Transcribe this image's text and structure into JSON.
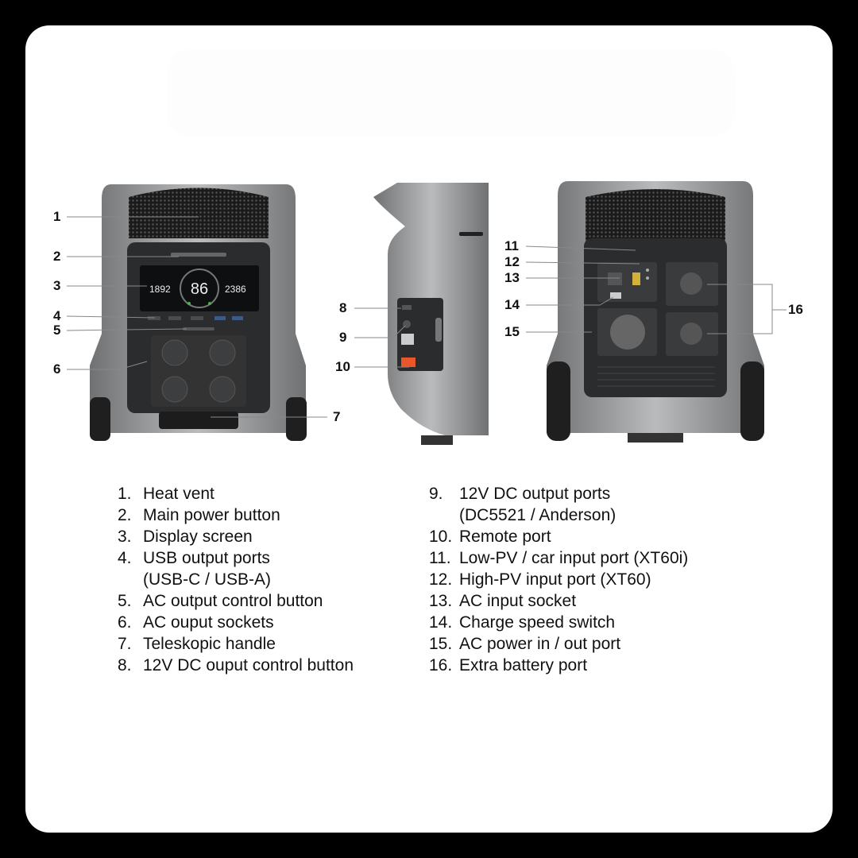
{
  "callouts": [
    "1",
    "2",
    "3",
    "4",
    "5",
    "6",
    "7",
    "8",
    "9",
    "10",
    "11",
    "12",
    "13",
    "14",
    "15",
    "16"
  ],
  "display": {
    "left_value": "1892",
    "center_value": "86",
    "right_value": "2386"
  },
  "legend_left": [
    {
      "num": "1.",
      "text": "Heat vent"
    },
    {
      "num": "2.",
      "text": "Main power button"
    },
    {
      "num": "3.",
      "text": "Display screen"
    },
    {
      "num": "4.",
      "text": "USB output ports"
    },
    {
      "num": "",
      "text": "(USB-C / USB-A)"
    },
    {
      "num": "5.",
      "text": "AC output control button"
    },
    {
      "num": "6.",
      "text": "AC ouput sockets"
    },
    {
      "num": "7.",
      "text": "Teleskopic handle"
    },
    {
      "num": "8.",
      "text": "12V DC ouput control button"
    }
  ],
  "legend_right": [
    {
      "num": "9.",
      "text": "12V DC output ports"
    },
    {
      "num": "",
      "text": "(DC5521 / Anderson)"
    },
    {
      "num": "10.",
      "text": "Remote port"
    },
    {
      "num": "11.",
      "text": "Low-PV / car input port (XT60i)"
    },
    {
      "num": "12.",
      "text": "High-PV input port (XT60)"
    },
    {
      "num": "13.",
      "text": "AC input socket"
    },
    {
      "num": "14.",
      "text": "Charge speed switch"
    },
    {
      "num": "15.",
      "text": "AC power in / out port"
    },
    {
      "num": "16.",
      "text": "Extra battery port"
    }
  ],
  "colors": {
    "background": "#000000",
    "card": "#ffffff",
    "device_body": "#9a9c9e",
    "device_panel": "#2b2c2e",
    "accent_green": "#4caf50",
    "anderson_orange": "#e8562a"
  }
}
